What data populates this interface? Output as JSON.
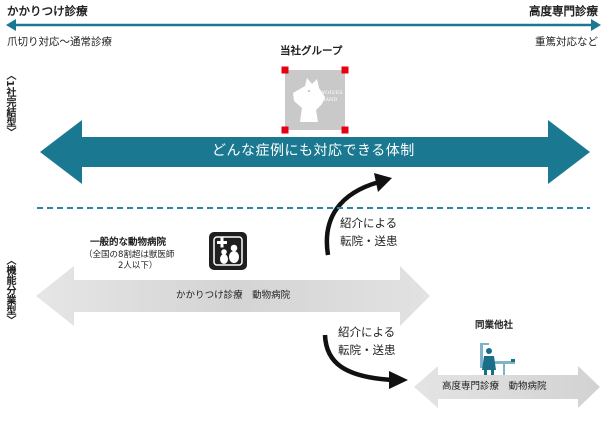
{
  "top_scale": {
    "left_title": "かかりつけ診療",
    "right_title": "高度専門診療",
    "left_sub": "爪切り対応～通常診療",
    "right_sub": "重篤対応など"
  },
  "our_group": {
    "label": "当社グループ",
    "logo_text_line1": "WOLVES",
    "logo_text_line2": "HAND"
  },
  "integrated_label": "〈1社完結型〉",
  "main_arrow_label": "どんな症例にも対応できる体制",
  "referral": {
    "upper_line1": "紹介による",
    "upper_line2": "転院・送患",
    "lower_line1": "紹介による",
    "lower_line2": "転院・送患"
  },
  "functional_label": "〈機能分業型〉",
  "general_hospital": {
    "title": "一般的な動物病院",
    "note_line1": "（全国の8割超は獣医師",
    "note_line2": "2人以下）",
    "arrow_label": "かかりつけ診療　動物病院"
  },
  "peer_company": {
    "title": "同業他社",
    "arrow_label": "高度専門診療　動物病院"
  },
  "colors": {
    "teal": "#1a7990",
    "dark": "#222222",
    "gray_arrow": "#d9d9d9",
    "dashed": "#2a86a8",
    "red_corner": "#e60012"
  }
}
